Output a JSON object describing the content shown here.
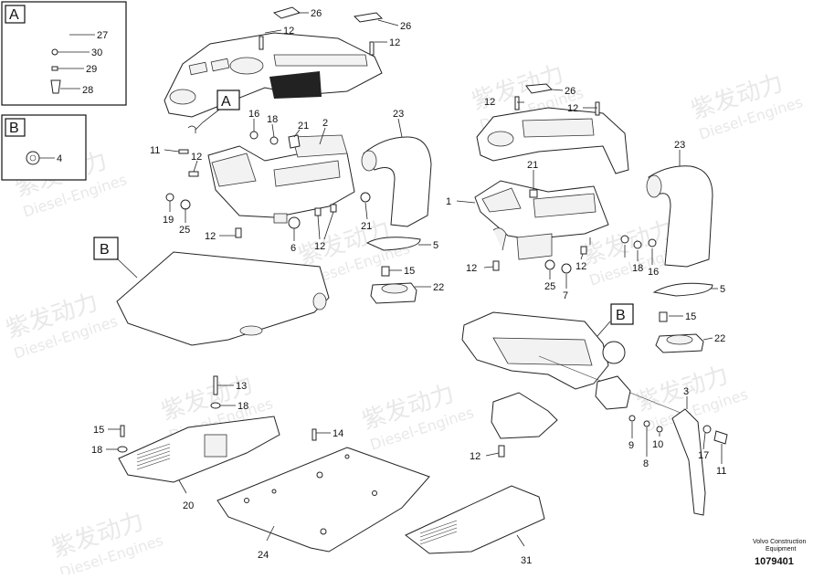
{
  "diagram": {
    "inset_boxes": [
      {
        "letter": "A",
        "parts": [
          "27",
          "30",
          "29",
          "28"
        ]
      },
      {
        "letter": "B",
        "parts": [
          "4"
        ]
      }
    ],
    "view_markers": [
      "A",
      "B",
      "B"
    ],
    "callouts": {
      "c26a": "26",
      "c12a": "12",
      "c12b": "12",
      "c26b": "26",
      "c16a": "16",
      "c18a": "18",
      "c21a": "21",
      "c2": "2",
      "c23a": "23",
      "c11a": "11",
      "c12c": "12",
      "c19": "19",
      "c25a": "25",
      "c12d": "12",
      "c6": "6",
      "c12e": "12",
      "c21b": "21",
      "c5a": "5",
      "c15a": "15",
      "c22a": "22",
      "c12f": "12",
      "c26c": "26",
      "c12g": "12",
      "c23b": "23",
      "c21c": "21",
      "c1": "1",
      "c12h": "12",
      "c25b": "25",
      "c7": "7",
      "c12i": "12",
      "c18b": "18",
      "c16b": "16",
      "c5b": "5",
      "c15b": "15",
      "c22b": "22",
      "c13": "13",
      "c18c": "18",
      "c15c": "15",
      "c18d": "18",
      "c20": "20",
      "c14": "14",
      "c24": "24",
      "c31": "31",
      "c3": "3",
      "c9": "9",
      "c8": "8",
      "c10": "10",
      "c17": "17",
      "c11b": "11",
      "c12j": "12"
    },
    "footer": {
      "company_line1": "Volvo Construction",
      "company_line2": "Equipment",
      "doc_number": "1079401"
    },
    "watermark": {
      "brand_cn": "紫发动力",
      "brand_en": "Diesel-Engines"
    }
  }
}
